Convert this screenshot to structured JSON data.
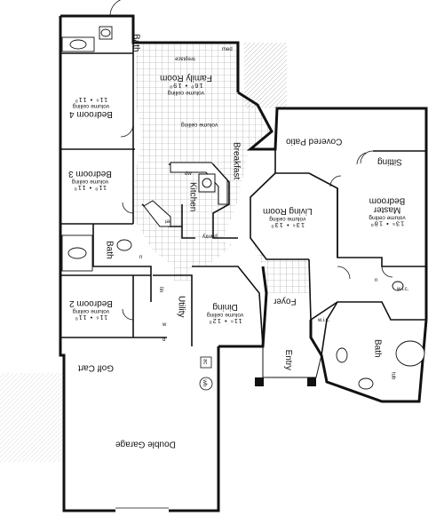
{
  "rooms": {
    "bath_top": {
      "name": "Bath"
    },
    "bedroom4": {
      "name": "Bedroom 4",
      "ceiling": "volume ceiling",
      "dims": "11⁶ • 11⁰"
    },
    "family": {
      "name": "Family Room",
      "dims": "16⁰ • 19⁰",
      "ceiling": "volume ceiling"
    },
    "fireplace": {
      "name": "fireplace"
    },
    "med": {
      "name": "med"
    },
    "breakfast": {
      "name": "Breakfast"
    },
    "covered_patio": {
      "name": "Covered Patio"
    },
    "sitting": {
      "name": "Sitting"
    },
    "master": {
      "name": "Master Bedroom",
      "ceiling": "volume ceiling",
      "dims": "13⁶ • 18⁰"
    },
    "bedroom3": {
      "name": "Bedroom 3",
      "ceiling": "volume ceiling",
      "dims": "11⁰ • 11⁰"
    },
    "kitchen": {
      "name": "Kitchen"
    },
    "dw": {
      "name": "dw"
    },
    "ref": {
      "name": "ref"
    },
    "pantry": {
      "name": "pantry"
    },
    "living": {
      "name": "Living Room",
      "ceiling": "volume ceiling",
      "dims": "13⁶ • 13⁰"
    },
    "bath_mid": {
      "name": "Bath"
    },
    "bath_mid_n": {
      "name": "n"
    },
    "bath_master": {
      "name": "Bath"
    },
    "master_n": {
      "name": "n"
    },
    "wic1": {
      "name": "w.i.c."
    },
    "wic2": {
      "name": "w.i.c."
    },
    "lin": {
      "name": "lin"
    },
    "utility": {
      "name": "Utility"
    },
    "w": {
      "name": "w"
    },
    "d": {
      "name": "d"
    },
    "bedroom2": {
      "name": "Bedroom 2",
      "ceiling": "volume ceiling",
      "dims": "11⁶ • 11⁰"
    },
    "dining": {
      "name": "Dining",
      "ceiling": "volume ceiling",
      "dims": "11⁶ • 12⁰"
    },
    "foyer": {
      "name": "Foyer"
    },
    "entry": {
      "name": "Entry"
    },
    "ac": {
      "name": "ac"
    },
    "wh": {
      "name": "wh"
    },
    "tub": {
      "name": "tub"
    },
    "golf_cart": {
      "name": "Golf Cart"
    },
    "garage": {
      "name": "Double Garage"
    }
  }
}
